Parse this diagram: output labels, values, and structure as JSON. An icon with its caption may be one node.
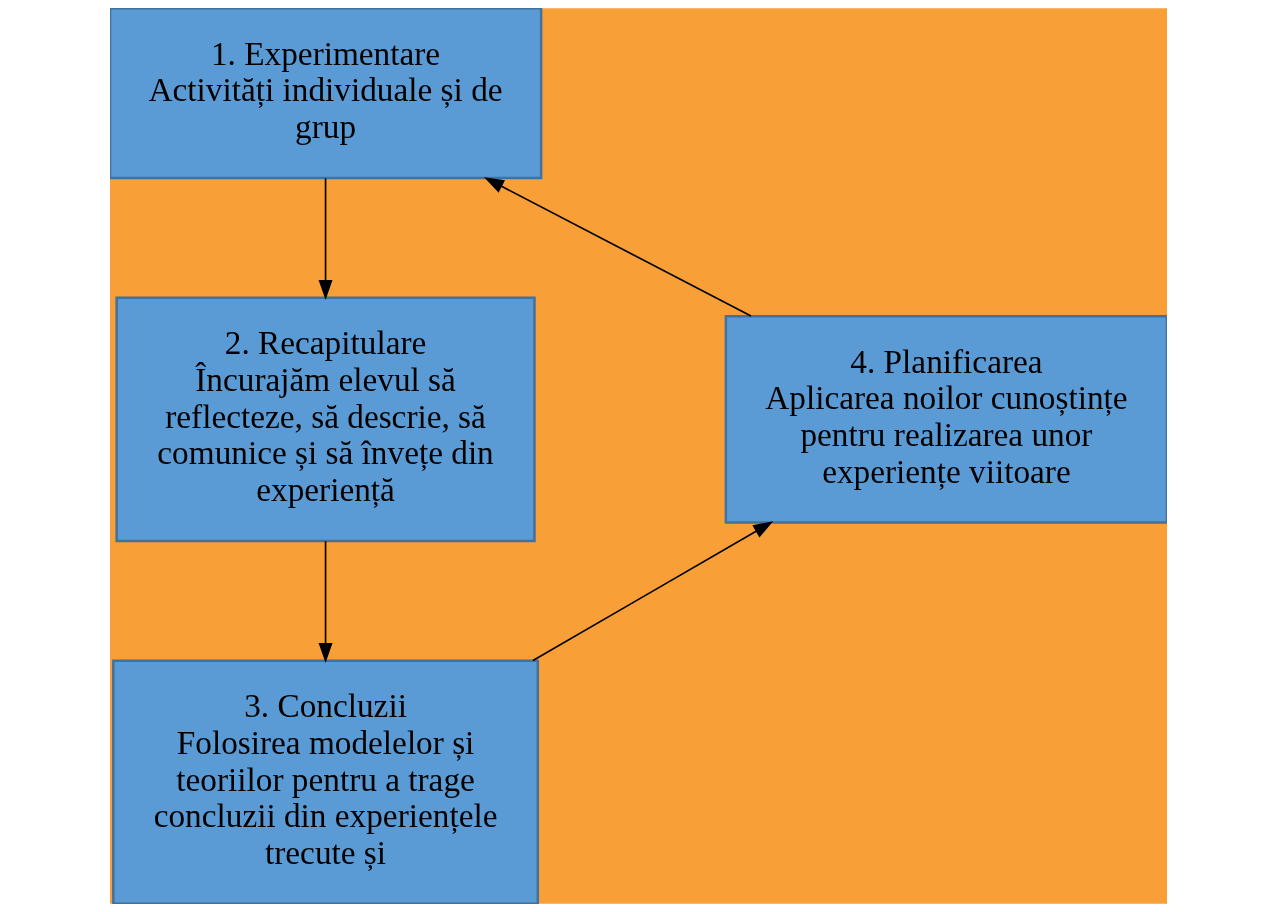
{
  "diagram": {
    "nodes": [
      {
        "text": [
          "1. Experimentare",
          "Activități individuale și de grup"
        ]
      },
      {
        "text": [
          "2. Recapitulare",
          "Încurajăm elevul să reflecteze, să descrie, să comunice și să învețe din experiență"
        ]
      },
      {
        "text": [
          "3. Concluzii",
          "Folosirea modelelor și teoriilor pentru a trage concluzii din experiențele trecute și"
        ]
      },
      {
        "text": [
          "4. Planificarea",
          "Aplicarea noilor cunoștințe pentru realizarea unor experiențe viitoare"
        ]
      }
    ],
    "edges": [
      {
        "from": 0,
        "to": 1,
        "arrow": "to"
      },
      {
        "from": 1,
        "to": 2,
        "arrow": "to"
      },
      {
        "from": 2,
        "to": 3,
        "arrow": "to"
      },
      {
        "from": 3,
        "to": 0,
        "arrow": "to"
      }
    ]
  }
}
